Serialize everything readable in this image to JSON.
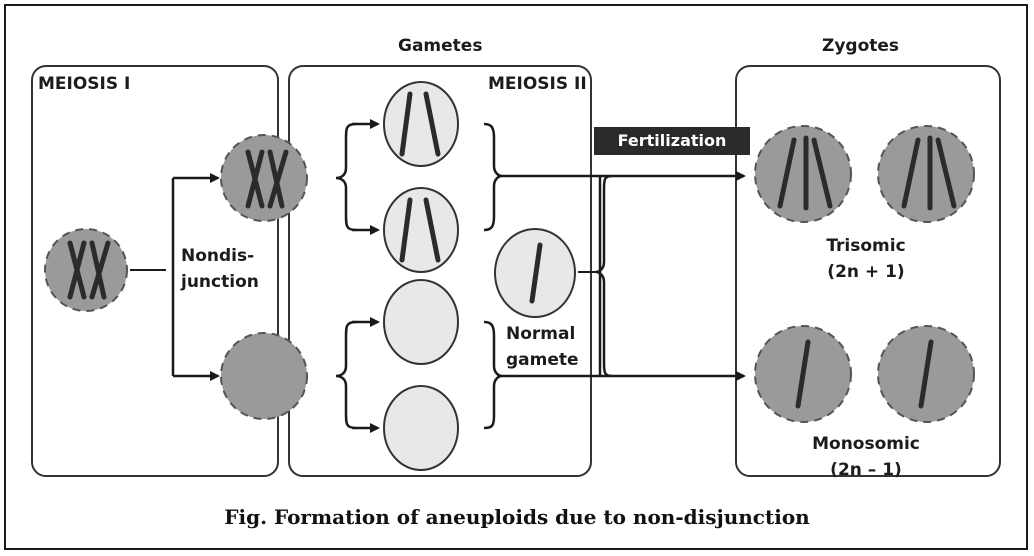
{
  "panels": {
    "meiosis1_label": "MEIOSIS I",
    "meiosis2_label": "MEIOSIS II",
    "gametes_label": "Gametes",
    "zygotes_label": "Zygotes"
  },
  "labels": {
    "nondisjunction_line1": "Nondis-",
    "nondisjunction_line2": "junction",
    "normal_gamete_line1": "Normal",
    "normal_gamete_line2": "gamete",
    "fertilization": "Fertilization",
    "trisomic": "Trisomic",
    "trisomic_formula": "(2n + 1)",
    "monosomic": "Monosomic",
    "monosomic_formula": "(2n – 1)"
  },
  "caption": "Fig. Formation of aneuploids due to non-disjunction",
  "colors": {
    "dark_cell": "#9a9a9a",
    "light_cell": "#e8e8e8",
    "chromosome": "#2b2b2b",
    "line": "#1a1a1a"
  }
}
